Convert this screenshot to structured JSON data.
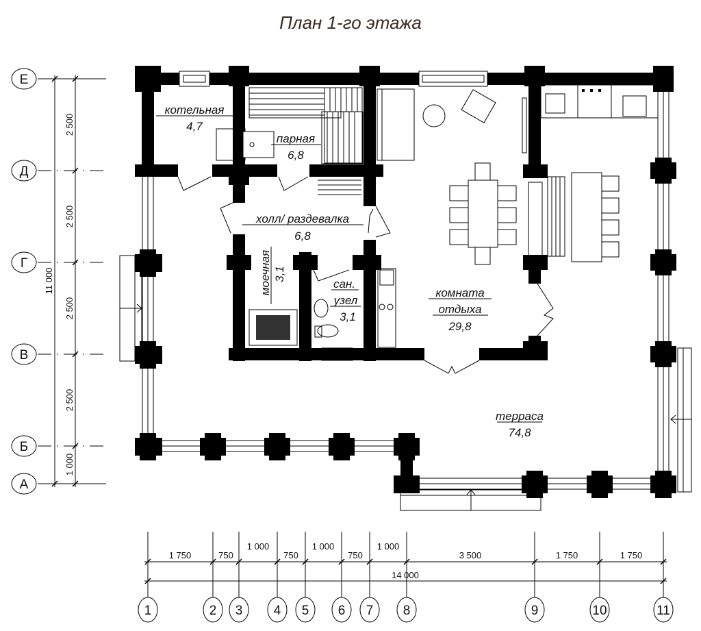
{
  "title": "План 1-го этажа",
  "rooms": [
    {
      "name": "котельная",
      "area": "4,7"
    },
    {
      "name": "парная",
      "area": "6,8"
    },
    {
      "name": "холл/ раздевалка",
      "area": "6,8"
    },
    {
      "name": "моечная",
      "area": "3,1"
    },
    {
      "name": "сан.",
      "name2": "узел",
      "area": "3,1"
    },
    {
      "name": "комната",
      "name2": "отдыха",
      "area": "29,8"
    },
    {
      "name": "терраса",
      "area": "74,8"
    }
  ],
  "row_axes": [
    "Е",
    "Д",
    "Г",
    "В",
    "Б",
    "А"
  ],
  "row_dims": [
    "2 500",
    "2 500",
    "2 500",
    "2 500",
    "1 000"
  ],
  "row_total": "11 000",
  "col_axes": [
    "1",
    "2",
    "3",
    "4",
    "5",
    "6",
    "7",
    "8",
    "9",
    "10",
    "11"
  ],
  "col_dims": [
    "1 750",
    "750",
    "1 000",
    "750",
    "1 000",
    "750",
    "1 000",
    "3 500",
    "1 750",
    "1 750"
  ],
  "col_total": "14 000"
}
